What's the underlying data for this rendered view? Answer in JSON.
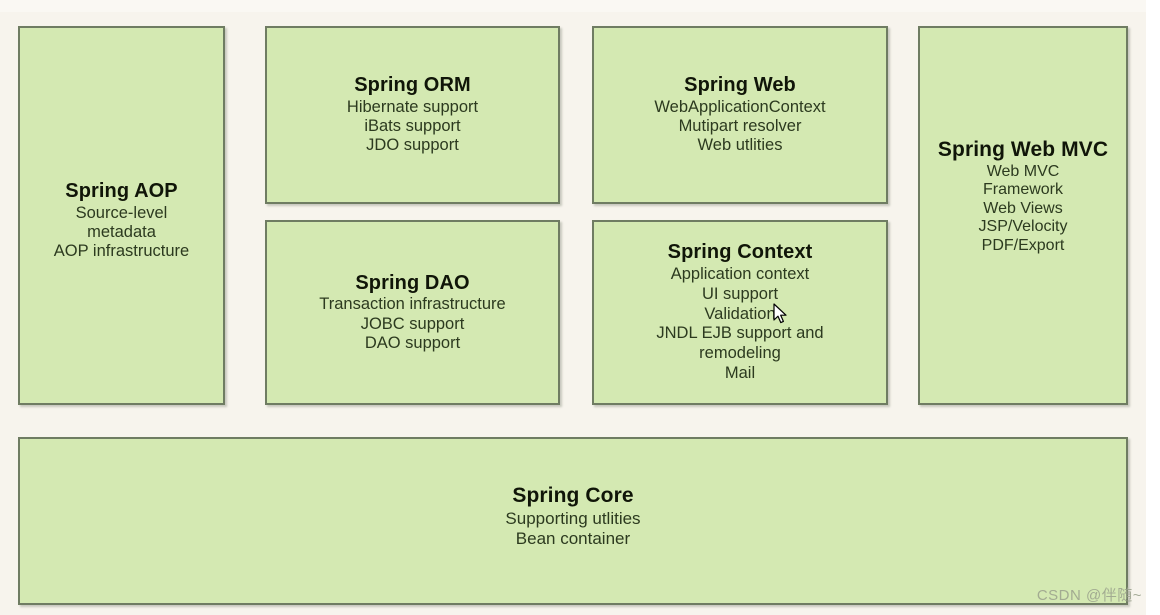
{
  "page": {
    "background_color": "#f7f4ed",
    "box_fill_color": "#d4e9b2",
    "box_border_color": "#6f7c62",
    "watermark": "CSDN @伴随~"
  },
  "modules": {
    "aop": {
      "title": "Spring AOP",
      "lines": [
        "Source-level",
        "metadata",
        "AOP infrastructure"
      ]
    },
    "orm": {
      "title": "Spring ORM",
      "lines": [
        "Hibernate support",
        "iBats support",
        "JDO support"
      ]
    },
    "web": {
      "title": "Spring Web",
      "lines": [
        "WebApplicationContext",
        "Mutipart resolver",
        "Web utlities"
      ]
    },
    "mvc": {
      "title": "Spring Web MVC",
      "lines": [
        "Web MVC",
        "Framework",
        "Web Views",
        "JSP/Velocity",
        "PDF/Export"
      ]
    },
    "dao": {
      "title": "Spring DAO",
      "lines": [
        "Transaction infrastructure",
        "JOBC support",
        "DAO support"
      ]
    },
    "context": {
      "title": "Spring Context",
      "lines": [
        "Application context",
        "UI support",
        "Validation",
        "JNDL EJB support and remodeling",
        "Mail"
      ]
    },
    "core": {
      "title": "Spring Core",
      "lines": [
        "Supporting utlities",
        "Bean container"
      ]
    }
  }
}
